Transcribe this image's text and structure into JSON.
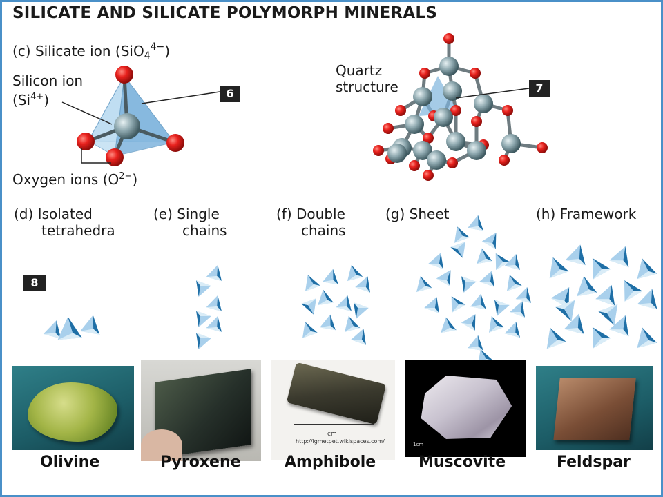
{
  "title": "SILICATE AND SILICATE POLYMORPH MINERALS",
  "silicate_ion": {
    "label_prefix": "(c) Silicate ion (SiO",
    "sub": "4",
    "sup": "4−",
    "label_suffix": ")"
  },
  "silicon_ion": {
    "line1": "Silicon ion",
    "line2_prefix": "(Si",
    "sup": "4+",
    "line2_suffix": ")"
  },
  "oxygen_ions": {
    "prefix": "Oxygen ions (O",
    "sup": "2−",
    "suffix": ")"
  },
  "quartz": {
    "line1": "Quartz",
    "line2": "structure"
  },
  "markers": {
    "m6": "6",
    "m7": "7",
    "m8": "8"
  },
  "structures": [
    {
      "letter": "(d)",
      "line1": "Isolated",
      "line2": "tetrahedra"
    },
    {
      "letter": "(e)",
      "line1": "Single",
      "line2": "chains"
    },
    {
      "letter": "(f)",
      "line1": "Double",
      "line2": "chains"
    },
    {
      "letter": "(g)",
      "line1": "Sheet",
      "line2": ""
    },
    {
      "letter": "(h)",
      "line1": "Framework",
      "line2": ""
    }
  ],
  "minerals": [
    "Olivine",
    "Pyroxene",
    "Amphibole",
    "Muscovite",
    "Feldspar"
  ],
  "amphibole_caption": {
    "unit": "cm",
    "url": "http://igmetpet.wikispaces.com/"
  },
  "muscovite_scale": "1cm",
  "colors": {
    "oxygen": "#e8211d",
    "silicon": "#8fa9b0",
    "tetra_light": "#9fc9e6",
    "tetra_dark": "#1f6fa6",
    "frame": "#4a90c8"
  }
}
